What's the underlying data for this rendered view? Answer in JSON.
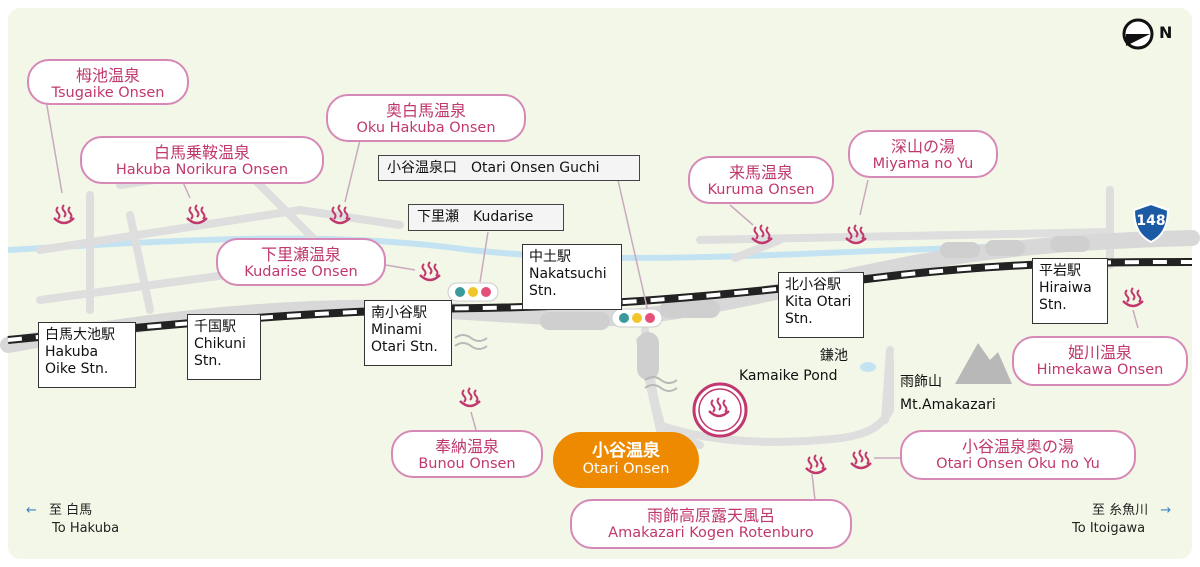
{
  "compass": {
    "letter": "N"
  },
  "route": {
    "number": "148"
  },
  "onsens": [
    {
      "jp": "栂池温泉",
      "en": "Tsugaike Onsen"
    },
    {
      "jp": "奥白馬温泉",
      "en": "Oku Hakuba Onsen"
    },
    {
      "jp": "白馬乗鞍温泉",
      "en": "Hakuba Norikura Onsen"
    },
    {
      "jp": "下里瀬温泉",
      "en": "Kudarise Onsen"
    },
    {
      "jp": "来馬温泉",
      "en": "Kuruma Onsen"
    },
    {
      "jp": "深山の湯",
      "en": "Miyama no Yu"
    },
    {
      "jp": "姫川温泉",
      "en": "Himekawa Onsen"
    },
    {
      "jp": "奉納温泉",
      "en": "Bunou Onsen"
    },
    {
      "jp": "小谷温泉",
      "en": "Otari Onsen"
    },
    {
      "jp": "小谷温泉奥の湯",
      "en": "Otari Onsen Oku no Yu"
    },
    {
      "jp": "雨飾高原露天風呂",
      "en": "Amakazari Kogen Rotenburo"
    }
  ],
  "bus_stops": [
    {
      "text": "小谷温泉口　Otari Onsen Guchi"
    },
    {
      "text": "下里瀬　Kudarise"
    }
  ],
  "stations": [
    {
      "lines": [
        "白馬大池駅",
        "Hakuba",
        "Oike Stn."
      ]
    },
    {
      "lines": [
        "千国駅",
        "Chikuni",
        "Stn."
      ]
    },
    {
      "lines": [
        "南小谷駅",
        "Minami",
        "Otari Stn."
      ]
    },
    {
      "lines": [
        "中土駅",
        "Nakatsuchi",
        "Stn."
      ]
    },
    {
      "lines": [
        "北小谷駅",
        "Kita Otari",
        "Stn."
      ]
    },
    {
      "lines": [
        "平岩駅",
        "Hiraiwa",
        "Stn."
      ]
    }
  ],
  "landmarks": {
    "pond": {
      "jp": "鎌池",
      "en": "Kamaike Pond"
    },
    "mountain": {
      "jp": "雨飾山",
      "en": "Mt.Amakazari"
    }
  },
  "directions": {
    "left": {
      "jp": "至 白馬",
      "en": "To Hakuba"
    },
    "right": {
      "jp": "至 糸魚川",
      "en": "To Itoigawa"
    }
  },
  "colors": {
    "label_border": "#d689b6",
    "label_text": "#c0386e",
    "main_fill": "#ee8a00",
    "road": "#dedede",
    "background": "#f3f7e8",
    "river": "#c3e3f2",
    "route_shield": "#1c5aa6"
  }
}
